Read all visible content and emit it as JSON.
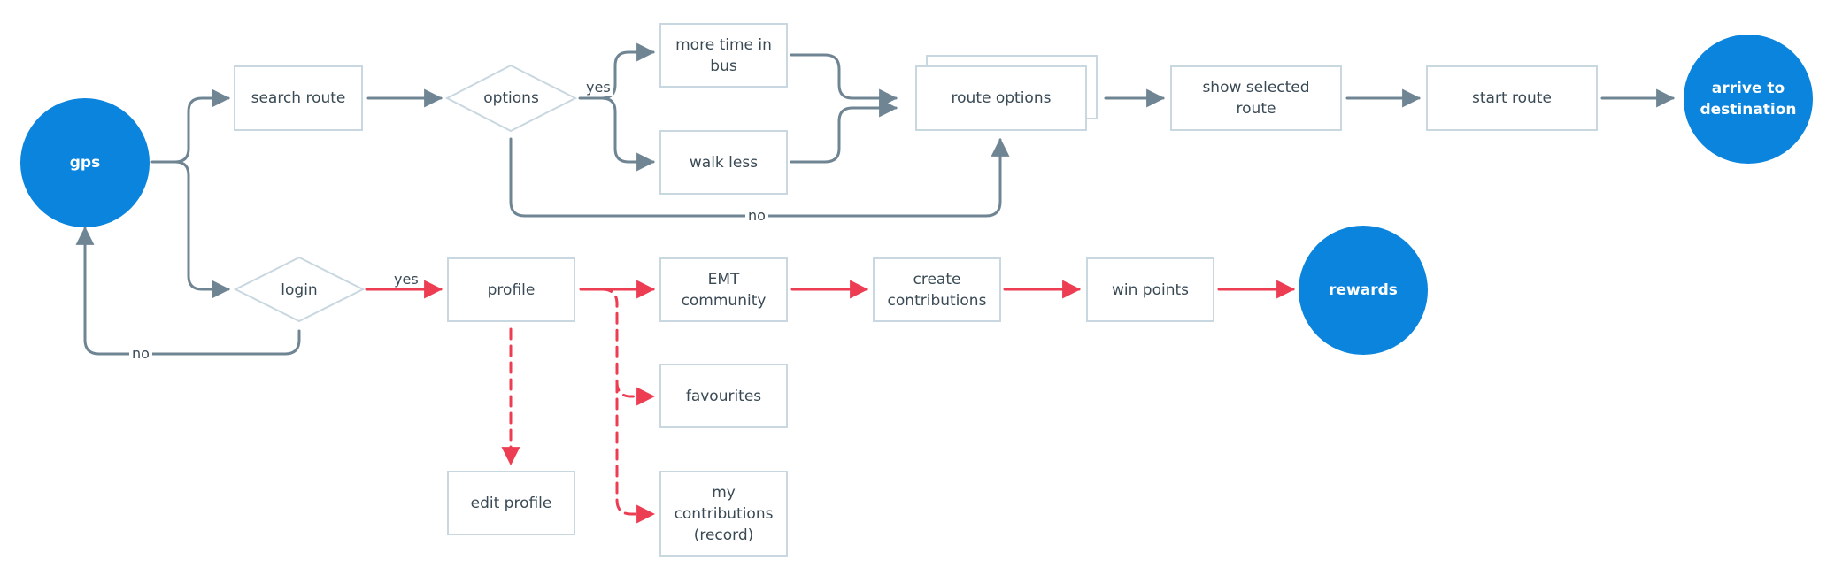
{
  "colors": {
    "node_border": "#c9d7e0",
    "circle_fill": "#0a84dc",
    "gray_edge": "#6f8593",
    "red_edge": "#ec3d52",
    "text": "#3a4a55"
  },
  "nodes": {
    "gps": "gps",
    "search_route": "search route",
    "options": "options",
    "more_time_in_bus": "more time in bus",
    "walk_less": "walk less",
    "route_options": "route options",
    "show_selected_route": "show selected route",
    "start_route": "start route",
    "arrive_to_destination": "arrive to destination",
    "login": "login",
    "profile": "profile",
    "emt_community": "EMT community",
    "create_contributions": "create contributions",
    "win_points": "win points",
    "rewards": "rewards",
    "favourites": "favourites",
    "edit_profile": "edit profile",
    "my_contributions": "my contributions (record)"
  },
  "edge_labels": {
    "options_yes": "yes",
    "options_no": "no",
    "login_yes": "yes",
    "login_no": "no"
  }
}
